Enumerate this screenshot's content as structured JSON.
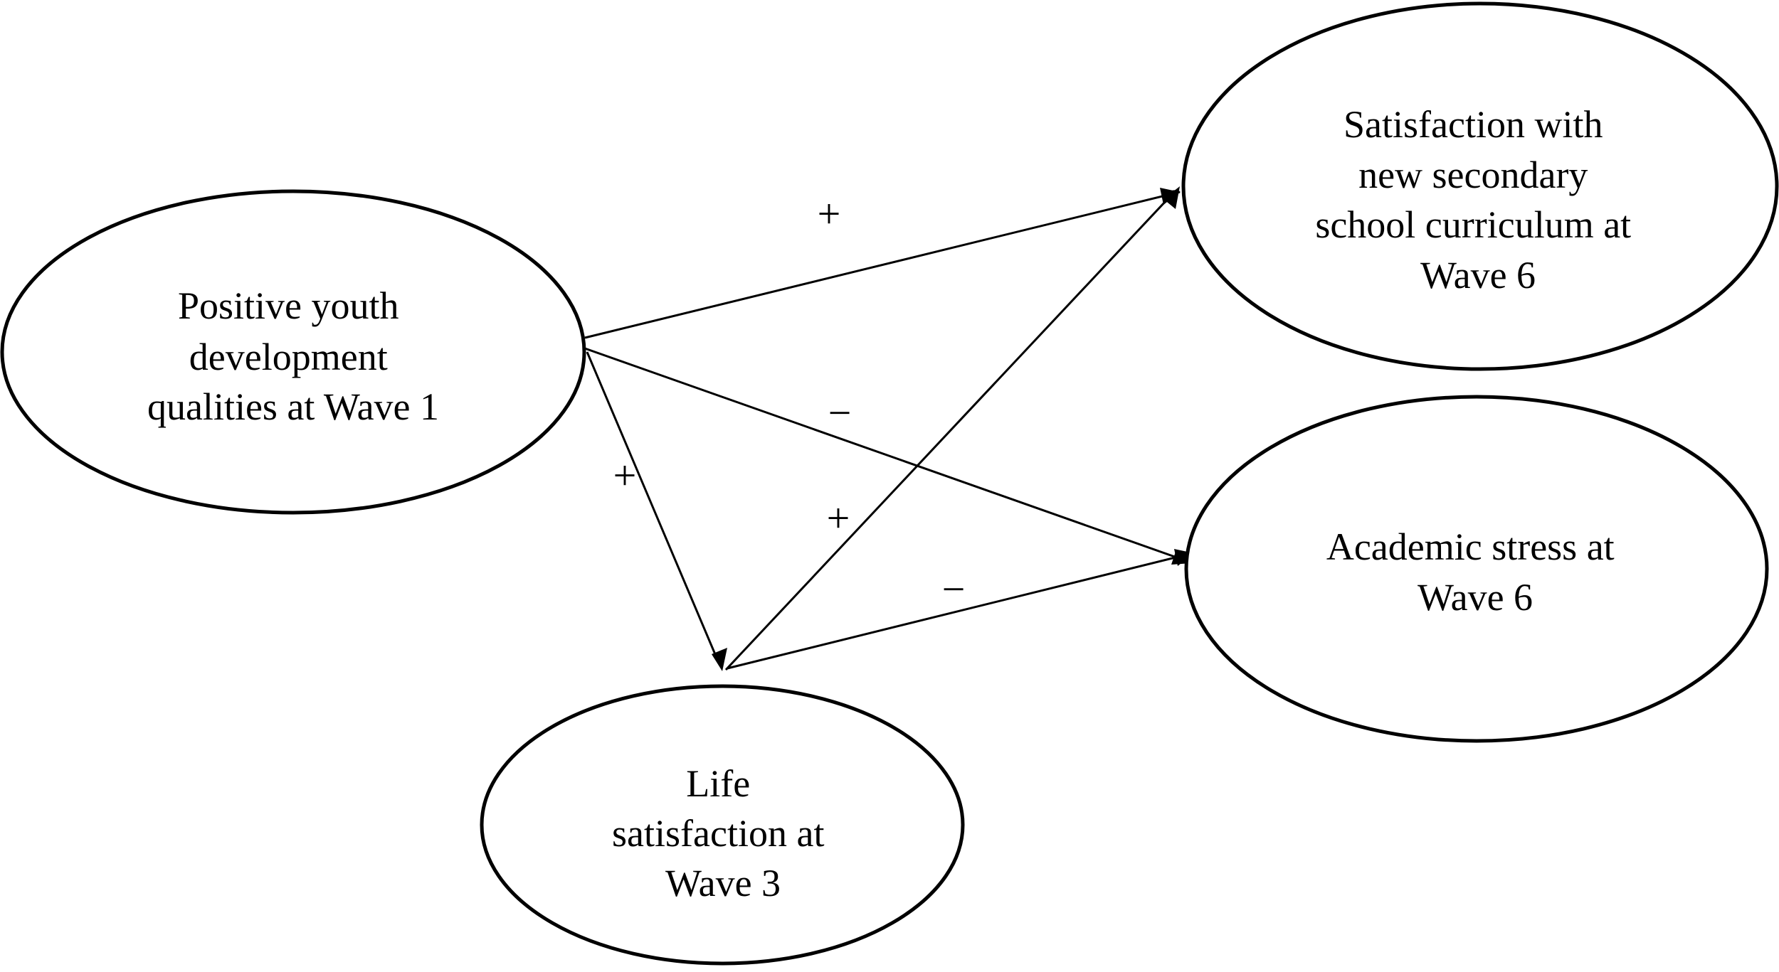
{
  "nodes": {
    "pyd": {
      "lines": [
        "Positive youth",
        "development",
        "qualities at Wave 1"
      ]
    },
    "satisfaction": {
      "lines": [
        "Satisfaction with",
        "new secondary",
        "school curriculum at",
        "Wave 6"
      ]
    },
    "stress": {
      "lines": [
        "Academic stress at",
        "Wave 6"
      ]
    },
    "life": {
      "lines": [
        "Life",
        "satisfaction at",
        "Wave 3"
      ]
    }
  },
  "edges": {
    "pyd_to_satisfaction": {
      "sign": "+"
    },
    "pyd_to_stress": {
      "sign": "−"
    },
    "pyd_to_life": {
      "sign": "+"
    },
    "life_to_satisfaction": {
      "sign": "+"
    },
    "life_to_stress": {
      "sign": "−"
    }
  }
}
